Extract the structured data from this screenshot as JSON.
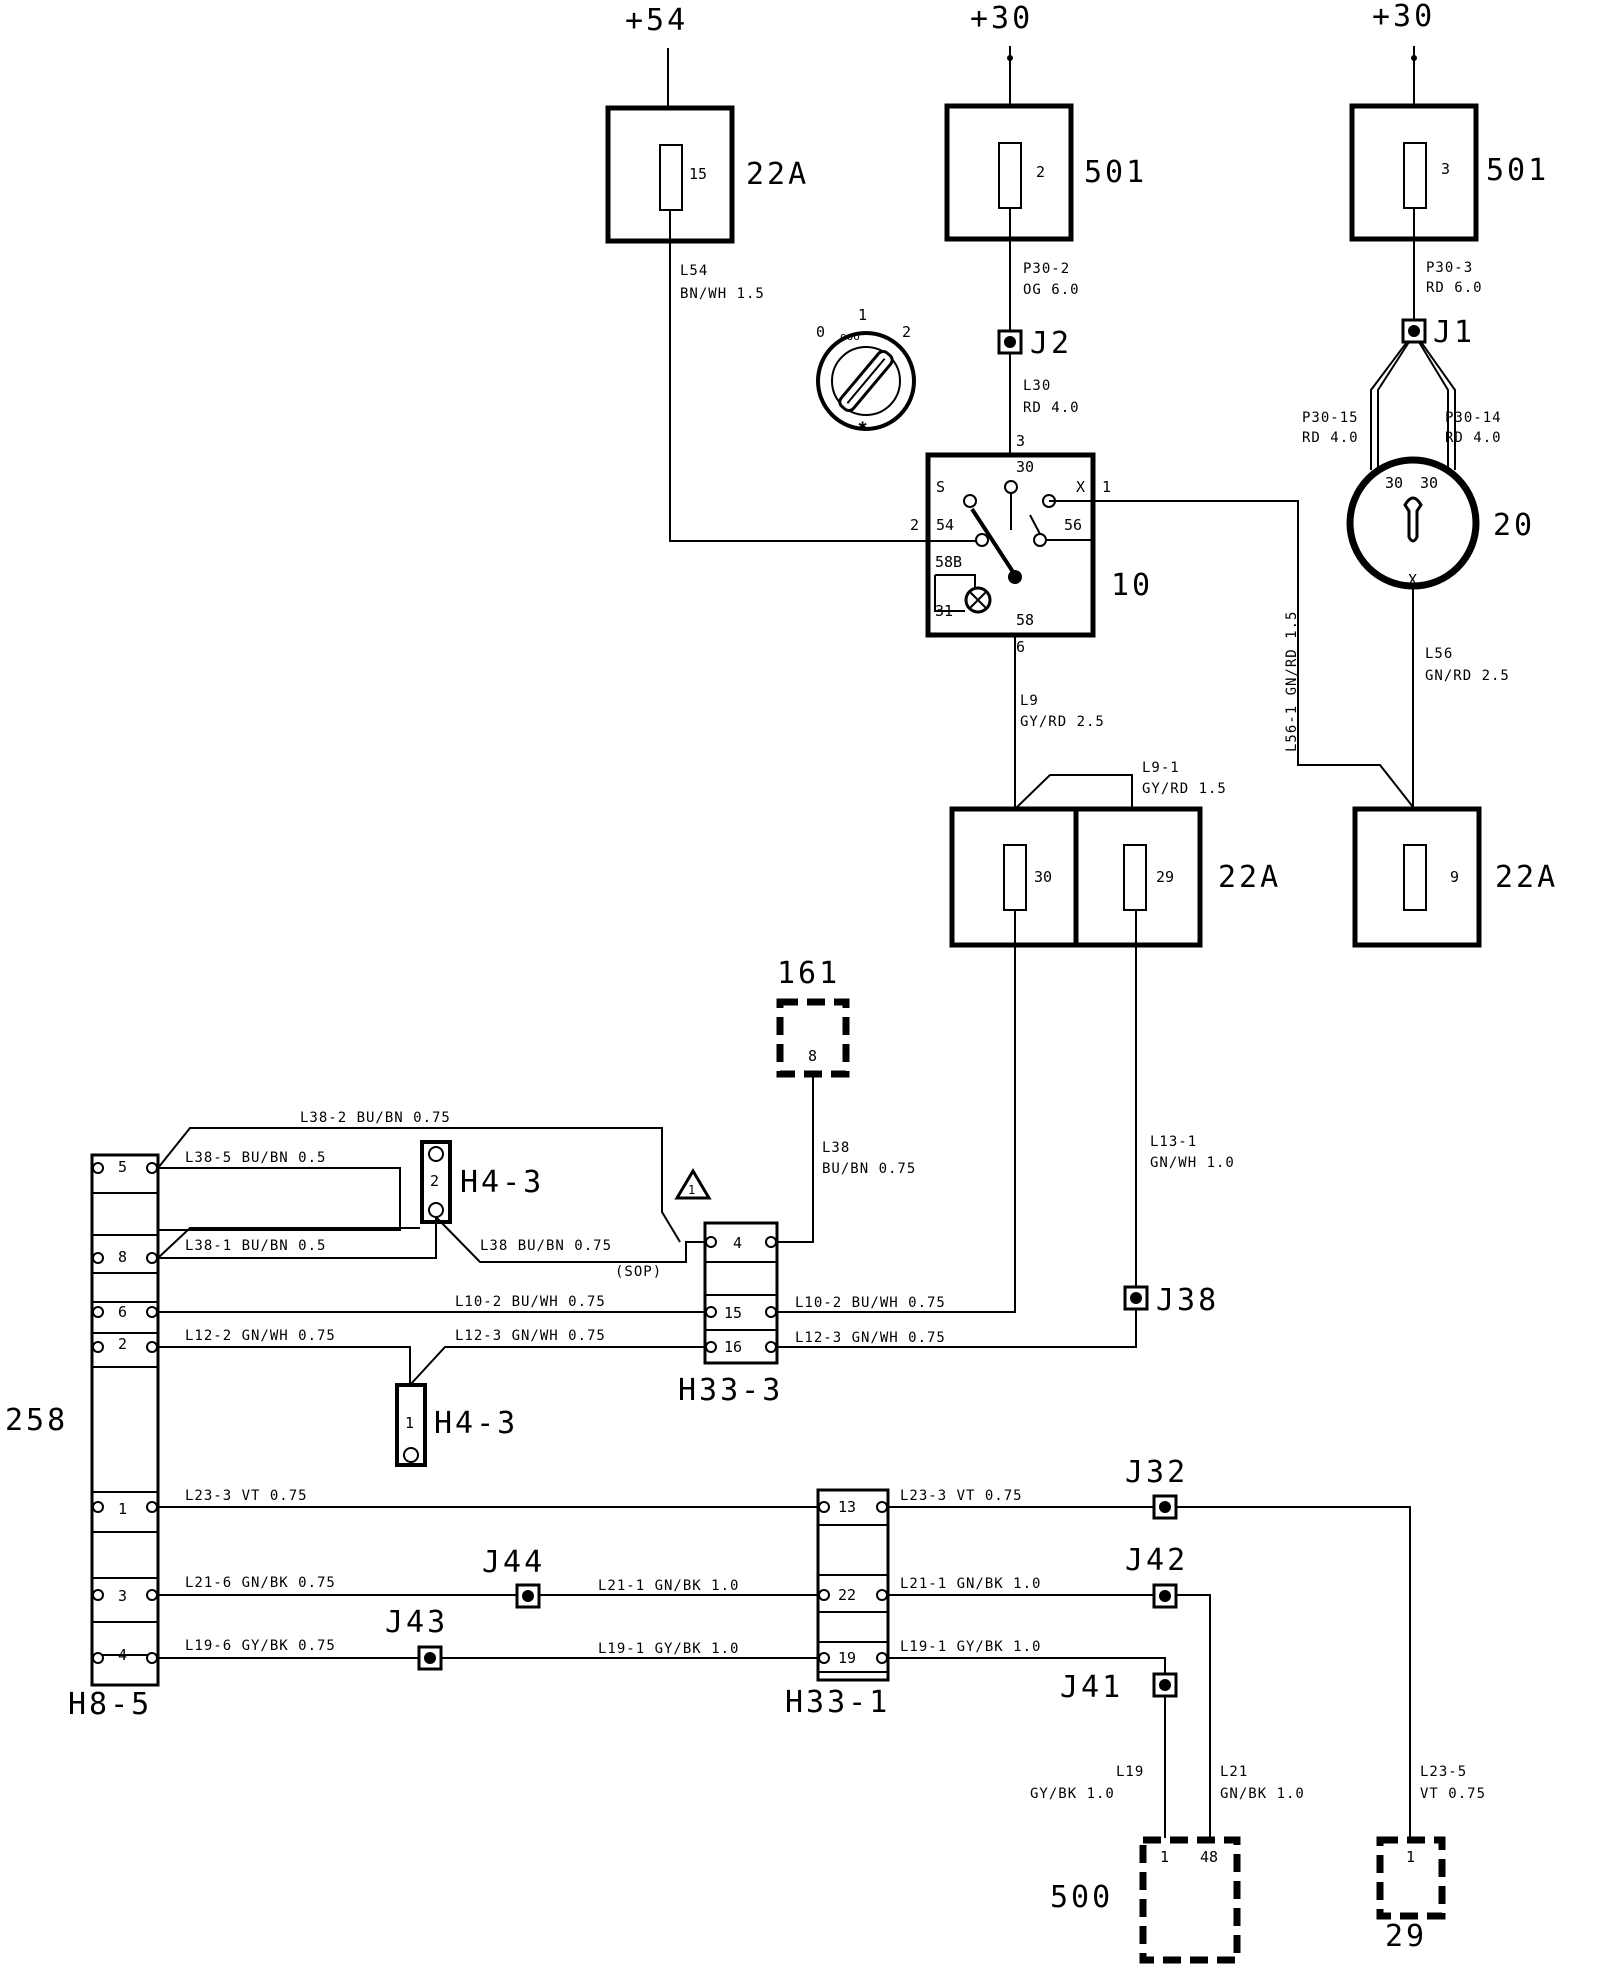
{
  "supplies": {
    "s54": "+54",
    "s30a": "+30",
    "s30b": "+30"
  },
  "fuses": {
    "f15": {
      "pin": "15",
      "box": "22A"
    },
    "f2": {
      "pin": "2",
      "box": "501"
    },
    "f3": {
      "pin": "3",
      "box": "501"
    },
    "f30": {
      "pin": "30"
    },
    "f29": {
      "pin": "29",
      "box": "22A"
    },
    "f9": {
      "pin": "9",
      "box": "22A"
    }
  },
  "wires": {
    "L54": [
      "L54",
      "BN/WH 1.5"
    ],
    "P30_2": [
      "P30-2",
      "OG 6.0"
    ],
    "P30_3": [
      "P30-3",
      "RD 6.0"
    ],
    "L30": [
      "L30",
      "RD 4.0"
    ],
    "P30_15": [
      "P30-15",
      "RD 4.0"
    ],
    "P30_14": [
      "P30-14",
      "RD 4.0"
    ],
    "L56_1": "L56-1 GN/RD 1.5",
    "L56": [
      "L56",
      "GN/RD 2.5"
    ],
    "L9": [
      "L9",
      "GY/RD 2.5"
    ],
    "L9_1": [
      "L9-1",
      "GY/RD 1.5"
    ],
    "L38": [
      "L38",
      "BU/BN 0.75"
    ],
    "L13_1": [
      "L13-1",
      "GN/WH 1.0"
    ],
    "L38_2": "L38-2 BU/BN 0.75",
    "L38_5": "L38-5 BU/BN 0.5",
    "L38_1": "L38-1 BU/BN 0.5",
    "L38_bn": "L38 BU/BN 0.75",
    "sop": "(SOP)",
    "L10_2a": "L10-2 BU/WH 0.75",
    "L10_2b": "L10-2 BU/WH 0.75",
    "L12_2": "L12-2 GN/WH 0.75",
    "L12_3a": "L12-3 GN/WH 0.75",
    "L12_3b": "L12-3 GN/WH 0.75",
    "L23_3a": "L23-3 VT 0.75",
    "L23_3b": "L23-3 VT 0.75",
    "L21_6": "L21-6 GN/BK 0.75",
    "L21_1a": "L21-1 GN/BK 1.0",
    "L21_1b": "L21-1 GN/BK 1.0",
    "L19_6": "L19-6 GY/BK 0.75",
    "L19_1a": "L19-1 GY/BK 1.0",
    "L19_1b": "L19-1 GY/BK 1.0",
    "L19": [
      "L19",
      "GY/BK 1.0"
    ],
    "L21": [
      "L21",
      "GN/BK 1.0"
    ],
    "L23_5": [
      "L23-5",
      "VT 0.75"
    ]
  },
  "splices": {
    "J1": "J1",
    "J2": "J2",
    "J38": "J38",
    "J32": "J32",
    "J42": "J42",
    "J41": "J41",
    "J44": "J44",
    "J43": "J43"
  },
  "switch": {
    "id": "10",
    "pins": {
      "p3": "3",
      "p1": "1",
      "p2": "2",
      "p6": "6"
    },
    "terminals": {
      "t30": "30",
      "tS": "S",
      "tX": "X",
      "t54": "54",
      "t56": "56",
      "t58B": "58B",
      "t31": "31",
      "t58": "58"
    },
    "positions": {
      "k0": "0",
      "k1": "1",
      "k2": "2",
      "star": "✱"
    }
  },
  "lock": {
    "id": "20",
    "t30a": "30",
    "t30b": "30",
    "tx": "X"
  },
  "components": {
    "c161": "161",
    "c161pin": "8",
    "c500": "500",
    "c500p1": "1",
    "c500p48": "48",
    "c29": "29",
    "c29pin": "1",
    "c258": "258"
  },
  "connectors": {
    "H8_5": {
      "name": "H8-5",
      "pins": [
        "5",
        "8",
        "6",
        "2",
        "1",
        "3",
        "4"
      ]
    },
    "H4_3a": {
      "name": "H4-3",
      "pin": "2"
    },
    "H4_3b": {
      "name": "H4-3",
      "pin": "1"
    },
    "H33_3": {
      "name": "H33-3",
      "pins": [
        "4",
        "15",
        "16"
      ]
    },
    "H33_1": {
      "name": "H33-1",
      "pins": [
        "13",
        "22",
        "19"
      ]
    }
  },
  "warning": "1"
}
